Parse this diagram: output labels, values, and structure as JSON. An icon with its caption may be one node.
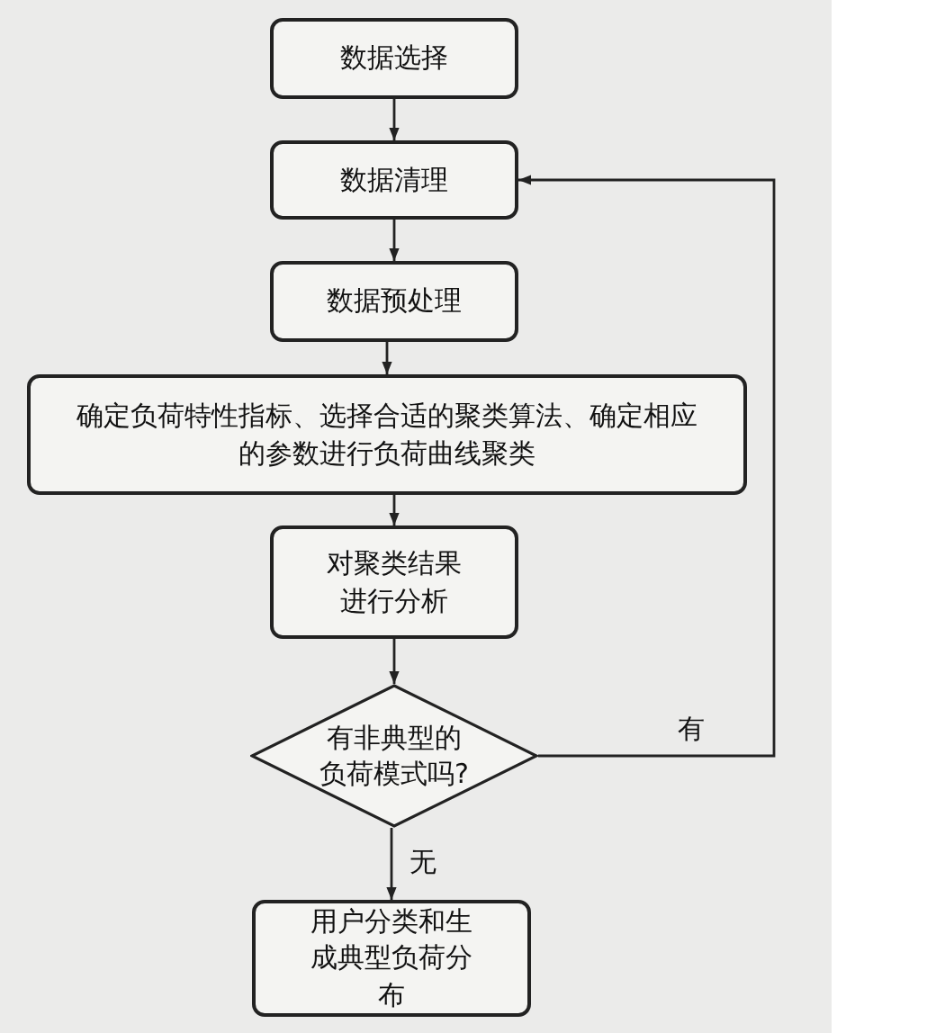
{
  "diagram": {
    "nodes": [
      {
        "text": [
          "数据选择"
        ]
      },
      {
        "text": [
          "数据清理"
        ]
      },
      {
        "text": [
          "数据预处理"
        ]
      },
      {
        "text": [
          "确定负荷特性指标、选择合适的聚类算法、确定相应的参数进行负荷曲线聚类"
        ]
      },
      {
        "text": [
          "对聚类结果进行分析"
        ]
      },
      {
        "text": [
          "有非典型的负荷模式吗?"
        ]
      },
      {
        "text": [
          "用户分类和生成典型负荷分布"
        ]
      }
    ],
    "edges": [
      {
        "from": 0,
        "to": 1,
        "arrow": "to"
      },
      {
        "from": 1,
        "to": 2,
        "arrow": "to"
      },
      {
        "from": 2,
        "to": 3,
        "arrow": "to"
      },
      {
        "from": 3,
        "to": 4,
        "arrow": "to"
      },
      {
        "from": 4,
        "to": 5,
        "arrow": "to"
      },
      {
        "from": 5,
        "to": 6,
        "label": "无",
        "arrow": "to"
      },
      {
        "from": 5,
        "to": 1,
        "label": "有",
        "arrow": "to"
      }
    ]
  }
}
